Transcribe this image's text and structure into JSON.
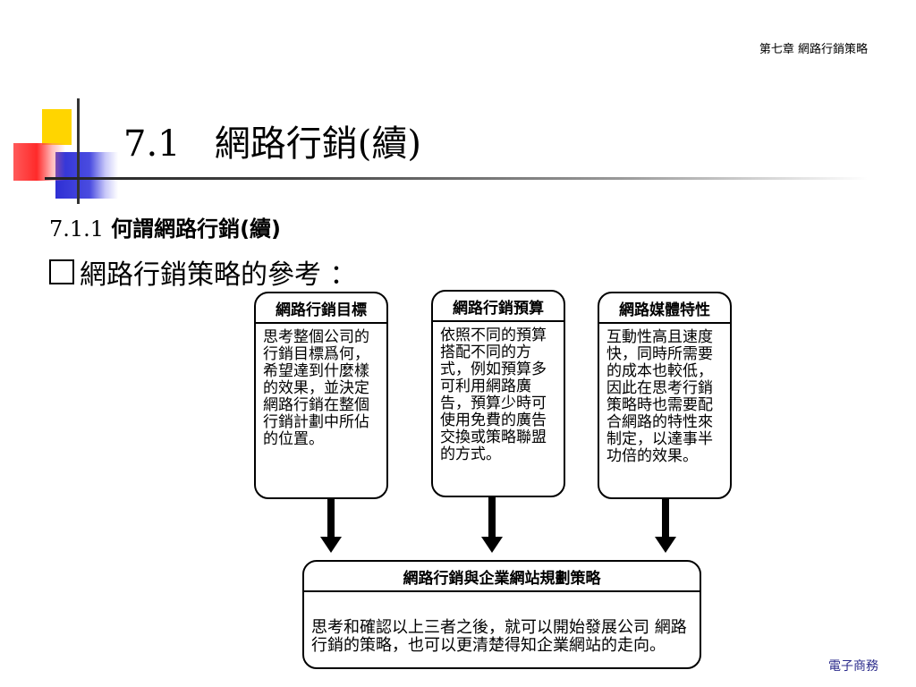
{
  "header": {
    "chapter": "第七章  網路行銷策略"
  },
  "title": {
    "number": "7.1",
    "text": "網路行銷(續)"
  },
  "subsection": {
    "number": "7.1.1",
    "text": "何謂網路行銷(續)"
  },
  "bullet": {
    "text": "網路行銷策略的參考 ："
  },
  "diagram": {
    "boxes": [
      {
        "title": "網路行銷目標",
        "body": "思考整個公司的行銷目標爲何，希望達到什麼樣的效果，並決定網路行銷在整個行銷計劃中所佔的位置。"
      },
      {
        "title": "網路行銷預算",
        "body": "依照不同的預算搭配不同的方式，例如預算多可利用網路廣告，預算少時可使用免費的廣告交換或策略聯盟的方式。"
      },
      {
        "title": "網路媒體特性",
        "body": "互動性高且速度快，同時所需要的成本也較低，因此在思考行銷策略時也需要配合網路的特性來制定，以達事半功倍的效果。"
      }
    ],
    "bottom": {
      "title": "網路行銷與企業網站規劃策略",
      "body": "思考和確認以上三者之後，就可以開始發展公司 網路行銷的策略，也可以更清楚得知企業網站的走向。"
    }
  },
  "footer": {
    "text": "電子商務"
  }
}
